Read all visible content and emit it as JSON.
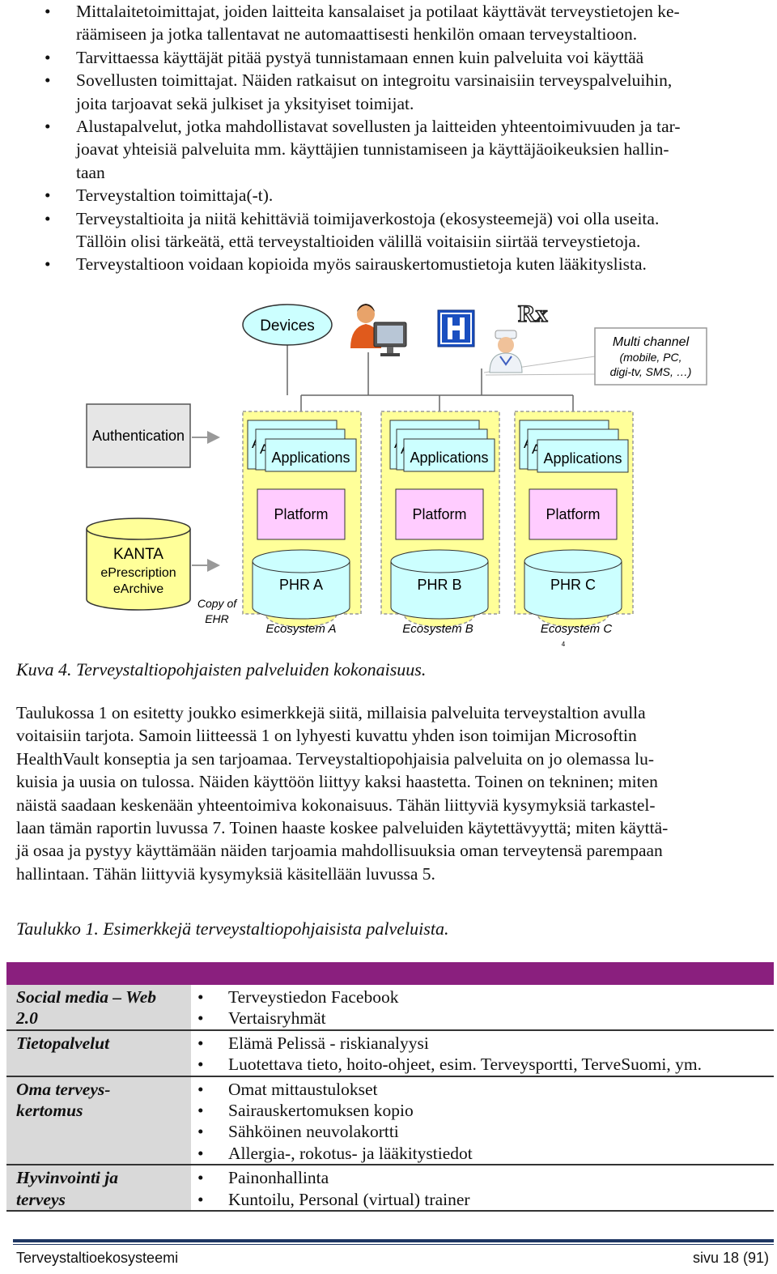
{
  "bullets": [
    {
      "lines": [
        "Mittalaitetoimittajat, joiden laitteita kansalaiset ja potilaat käyttävät terveystietojen ke-",
        "räämiseen ja jotka tallentavat ne automaattisesti henkilön omaan terveystaltioon."
      ]
    },
    {
      "lines": [
        "Tarvittaessa käyttäjät pitää pystyä tunnistamaan ennen kuin palveluita voi käyttää"
      ]
    },
    {
      "lines": [
        "Sovellusten toimittajat. Näiden ratkaisut on integroitu varsinaisiin terveyspalveluihin,",
        "joita tarjoavat sekä julkiset ja yksityiset toimijat."
      ]
    },
    {
      "lines": [
        "Alustapalvelut, jotka mahdollistavat sovellusten ja laitteiden yhteentoimivuuden ja tar-",
        "joavat yhteisiä palveluita mm. käyttäjien tunnistamiseen ja käyttäjäoikeuksien hallin-",
        "taan"
      ]
    },
    {
      "lines": [
        "Terveystaltion toimittaja(-t)."
      ]
    },
    {
      "lines": [
        "Terveystaltioita ja niitä kehittäviä toimijaverkostoja (ekosysteemejä) voi olla useita.",
        "Tällöin olisi tärkeätä, että terveystaltioiden välillä voitaisiin siirtää terveystietoja."
      ]
    },
    {
      "lines": [
        "Terveystaltioon voidaan kopioida myös sairauskertomustietoja kuten lääkityslista."
      ]
    }
  ],
  "bullet_glyph": "•",
  "diagram": {
    "devices": "Devices",
    "rx_symbol": "Rx",
    "multichannel": [
      "Multi channel",
      "(mobile, PC,",
      "digi-tv, SMS, …)"
    ],
    "authentication": "Authentication",
    "kanta": [
      "KANTA",
      "ePrescription",
      "eArchive"
    ],
    "copy_of_ehr": [
      "Copy of",
      "EHR"
    ],
    "ecosystems": [
      {
        "apps": "Applications",
        "app_stub": "A",
        "platform": "Platform",
        "phr": "PHR A",
        "label": "Ecosystem A"
      },
      {
        "apps": "Applications",
        "app_stub": "A",
        "platform": "Platform",
        "phr": "PHR B",
        "label": "Ecosystem B"
      },
      {
        "apps": "Applications",
        "app_stub": "A",
        "platform": "Platform",
        "phr": "PHR C",
        "label": "Ecosystem C"
      }
    ],
    "footnote": "4",
    "colors": {
      "yellow": "#ffff99",
      "pink": "#ffccff",
      "cyan": "#ccffff",
      "grey": "#e6e6e6",
      "hospital_blue": "#1a4fc0"
    }
  },
  "figure_caption": "Kuva 4. Terveystaltiopohjaisten palveluiden kokonaisuus.",
  "paragraph": [
    "Taulukossa 1 on esitetty joukko esimerkkejä siitä, millaisia palveluita terveystaltion avulla",
    "voitaisiin tarjota. Samoin liitteessä 1 on lyhyesti kuvattu yhden ison toimijan Microsoftin",
    "HealthVault konseptia ja sen tarjoamaa. Terveystaltiopohjaisia palveluita on jo olemassa lu-",
    "kuisia ja uusia on tulossa. Näiden käyttöön liittyy kaksi haastetta. Toinen on tekninen; miten",
    "näistä saadaan keskenään yhteentoimiva kokonaisuus. Tähän liittyviä kysymyksiä tarkastel-",
    "laan tämän raportin luvussa 7. Toinen haaste koskee palveluiden käytettävyyttä; miten käyttä-",
    "jä osaa ja pystyy käyttämään näiden tarjoamia mahdollisuuksia oman terveytensä parempaan",
    "hallintaan. Tähän liittyviä kysymyksiä käsitellään luvussa 5."
  ],
  "table_caption": "Taulukko 1. Esimerkkejä terveystaltiopohjaisista palveluista.",
  "table": {
    "header_color": "#8a1f7e",
    "rows": [
      {
        "category": [
          "Social media – Web",
          "2.0"
        ],
        "items": [
          "Terveystiedon Facebook",
          "Vertaisryhmät"
        ]
      },
      {
        "category": [
          "Tietopalvelut"
        ],
        "items": [
          "Elämä Pelissä - riskianalyysi",
          "Luotettava tieto, hoito-ohjeet, esim. Terveysportti, TerveSuomi, ym."
        ]
      },
      {
        "category": [
          "Oma terveys-",
          "kertomus"
        ],
        "items": [
          "Omat mittaustulokset",
          "Sairauskertomuksen kopio",
          "Sähköinen neuvolakortti",
          "Allergia-, rokotus- ja lääkitystiedot"
        ]
      },
      {
        "category": [
          "Hyvinvointi ja",
          "terveys"
        ],
        "items": [
          "Painonhallinta",
          "Kuntoilu, Personal (virtual) trainer"
        ]
      }
    ]
  },
  "footer": {
    "left": "Terveystaltioekosysteemi",
    "right": "sivu 18 (91)"
  }
}
